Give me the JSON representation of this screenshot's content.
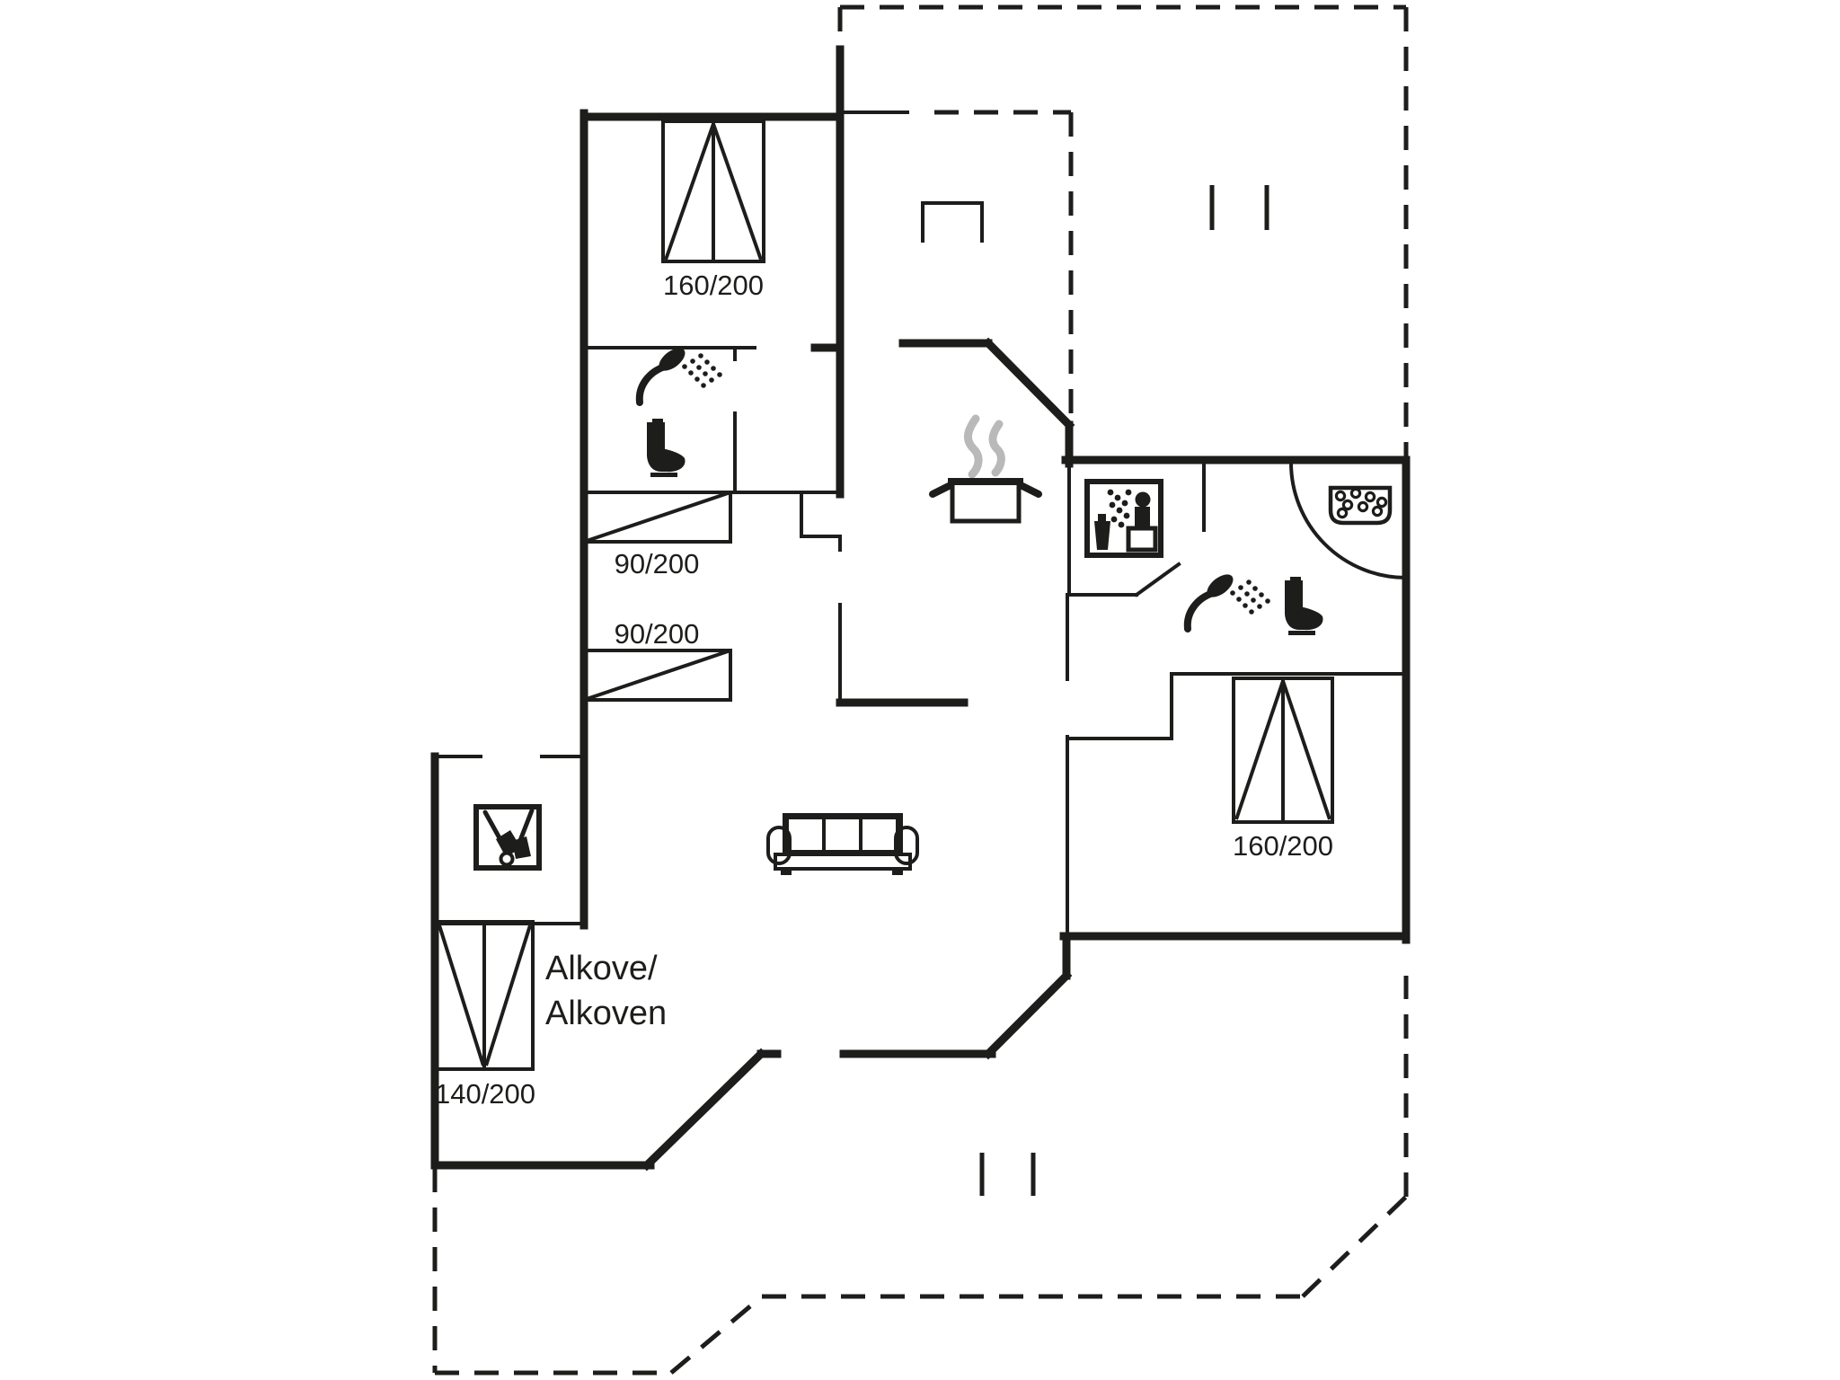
{
  "floorplan": {
    "colors": {
      "background": "#ffffff",
      "line": "#1d1d1b",
      "steam": "#b9b9b9"
    },
    "beds": [
      {
        "name": "double-bed-top-left",
        "label": "160/200"
      },
      {
        "name": "single-bed-upper",
        "label": "90/200"
      },
      {
        "name": "single-bed-lower",
        "label": "90/200"
      },
      {
        "name": "alcove-bed",
        "label": "140/200"
      },
      {
        "name": "double-bed-right",
        "label": "160/200"
      }
    ],
    "alcove": {
      "line1": "Alkove/",
      "line2": "Alkoven"
    },
    "icons": [
      "shower-icon",
      "toilet-icon",
      "sauna-icon",
      "whirlpool-icon",
      "cooking-pot-icon",
      "cleaning-equipment-icon",
      "sofa-icon",
      "fireplace-icon",
      "door-arc",
      "window-tick",
      "terrace-dashed-outline"
    ]
  }
}
